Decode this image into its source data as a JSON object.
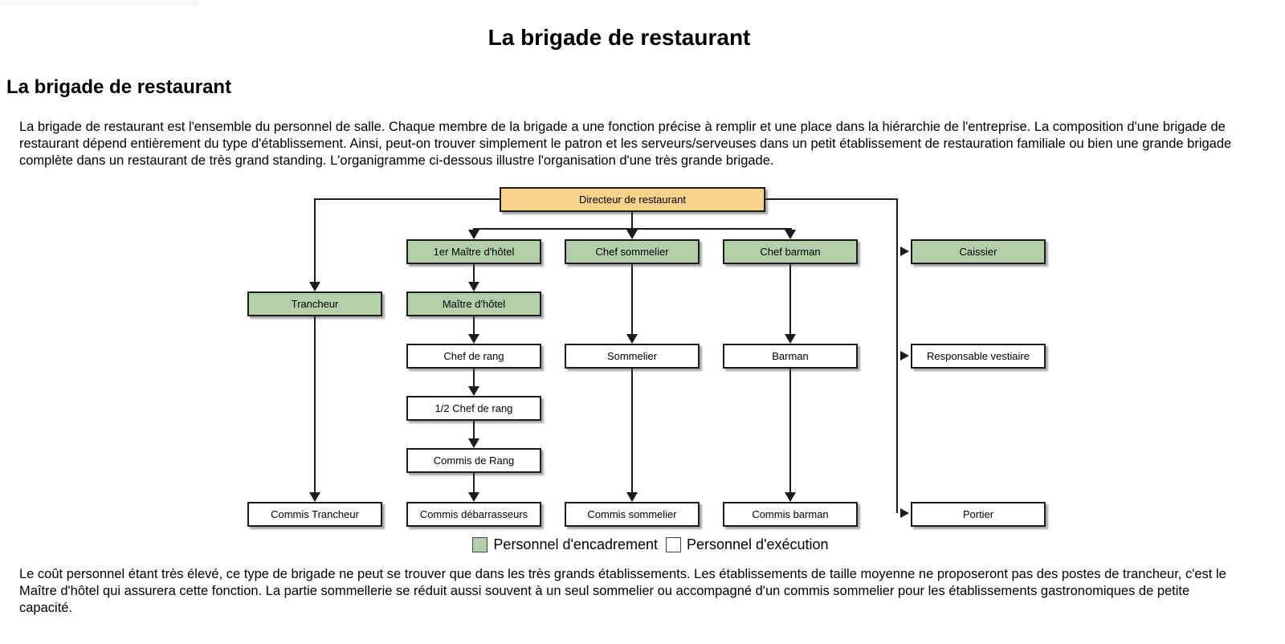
{
  "page": {
    "title": "La brigade de restaurant",
    "heading": "La brigade de restaurant",
    "paragraph1": "La brigade de restaurant est l'ensemble du personnel de salle. Chaque membre de la brigade a une fonction précise à remplir et une place dans la hiérarchie de l'entreprise. La composition d'une brigade de restaurant dépend entièrement du type d'établissement. Ainsi, peut-on trouver simplement le patron et les serveurs/serveuses dans un petit établissement de restauration familiale ou bien une grande brigade complète dans un restaurant de très grand standing. L'organigramme ci-dessous illustre l'organisation d'une très grande brigade.",
    "paragraph2": "Le coût personnel étant très élevé, ce type de brigade ne peut se trouver que dans les très grands établissements. Les établissements de taille moyenne ne proposeront pas des postes de trancheur, c'est le Maître d'hôtel qui assurera cette fonction. La partie sommellerie se réduit aussi souvent à un seul sommelier ou accompagné d'un commis sommelier pour les établissements gastronomiques de petite capacité."
  },
  "org_chart": {
    "type": "org-tree",
    "colors": {
      "management_fill": "#b2cfa9",
      "execution_fill": "#ffffff",
      "director_fill": "#f9d28c",
      "box_border": "#1c1c1c",
      "connector": "#1c1c1c"
    },
    "nodes": {
      "directeur": {
        "label": "Directeur de restaurant",
        "category": "encadrement"
      },
      "premier_maitre_hotel": {
        "label": "1er Maître d'hôtel",
        "category": "encadrement"
      },
      "chef_sommelier": {
        "label": "Chef sommelier",
        "category": "encadrement"
      },
      "chef_barman": {
        "label": "Chef barman",
        "category": "encadrement"
      },
      "caissier": {
        "label": "Caissier",
        "category": "encadrement"
      },
      "trancheur": {
        "label": "Trancheur",
        "category": "encadrement"
      },
      "maitre_hotel": {
        "label": "Maître d'hôtel",
        "category": "encadrement"
      },
      "chef_de_rang": {
        "label": "Chef de rang",
        "category": "execution"
      },
      "sommelier": {
        "label": "Sommelier",
        "category": "execution"
      },
      "barman": {
        "label": "Barman",
        "category": "execution"
      },
      "responsable_vestiaire": {
        "label": "Responsable vestiaire",
        "category": "execution"
      },
      "demi_chef_de_rang": {
        "label": "1/2 Chef de rang",
        "category": "execution"
      },
      "commis_de_rang": {
        "label": "Commis de Rang",
        "category": "execution"
      },
      "commis_trancheur": {
        "label": "Commis Trancheur",
        "category": "execution"
      },
      "commis_debarrasseurs": {
        "label": "Commis débarrasseurs",
        "category": "execution"
      },
      "commis_sommelier": {
        "label": "Commis sommelier",
        "category": "execution"
      },
      "commis_barman": {
        "label": "Commis barman",
        "category": "execution"
      },
      "portier": {
        "label": "Portier",
        "category": "execution"
      }
    },
    "edges": [
      [
        "Directeur de restaurant",
        "1er Maître d'hôtel"
      ],
      [
        "Directeur de restaurant",
        "Chef sommelier"
      ],
      [
        "Directeur de restaurant",
        "Chef barman"
      ],
      [
        "Directeur de restaurant",
        "Trancheur"
      ],
      [
        "Directeur de restaurant",
        "Caissier"
      ],
      [
        "Directeur de restaurant",
        "Responsable vestiaire"
      ],
      [
        "Directeur de restaurant",
        "Portier"
      ],
      [
        "1er Maître d'hôtel",
        "Maître d'hôtel"
      ],
      [
        "Maître d'hôtel",
        "Chef de rang"
      ],
      [
        "Chef de rang",
        "1/2 Chef de rang"
      ],
      [
        "1/2 Chef de rang",
        "Commis de Rang"
      ],
      [
        "Commis de Rang",
        "Commis débarrasseurs"
      ],
      [
        "Trancheur",
        "Commis Trancheur"
      ],
      [
        "Chef sommelier",
        "Sommelier"
      ],
      [
        "Sommelier",
        "Commis sommelier"
      ],
      [
        "Chef barman",
        "Barman"
      ],
      [
        "Barman",
        "Commis barman"
      ]
    ],
    "legend": {
      "encadrement": "Personnel d'encadrement",
      "execution": "Personnel d'exécution"
    }
  }
}
